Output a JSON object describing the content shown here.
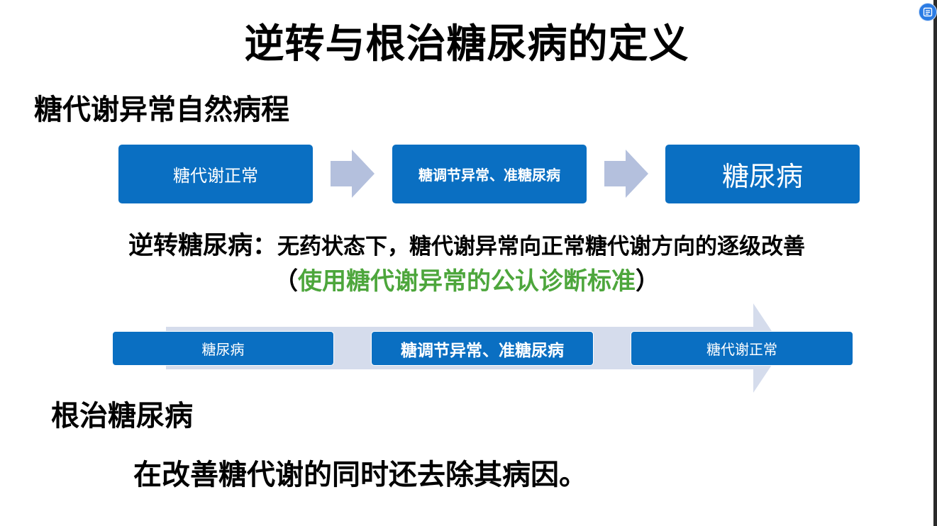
{
  "title": "逆转与根治糖尿病的定义",
  "section1": {
    "heading": "糖代谢异常自然病程",
    "stages": [
      "糖代谢正常",
      "糖调节异常、准糖尿病",
      "糖尿病"
    ]
  },
  "reverse": {
    "label": "逆转糖尿病：",
    "definition": "无药状态下，糖代谢异常向正常糖代谢方向的逐级改善",
    "note_open": "（",
    "note": "使用糖代谢异常的公认诊断标准",
    "note_close": "）",
    "stages": [
      "糖尿病",
      "糖调节异常、准糖尿病",
      "糖代谢正常"
    ]
  },
  "section2": {
    "heading": "根治糖尿病",
    "text": "在改善糖代谢的同时还去除其病因。"
  },
  "colors": {
    "box_blue": "#0a6fc2",
    "arrow_gray": "#b4c0dd",
    "green": "#4da63c"
  },
  "icons": {
    "corner_badge": "reader-mode-icon"
  }
}
